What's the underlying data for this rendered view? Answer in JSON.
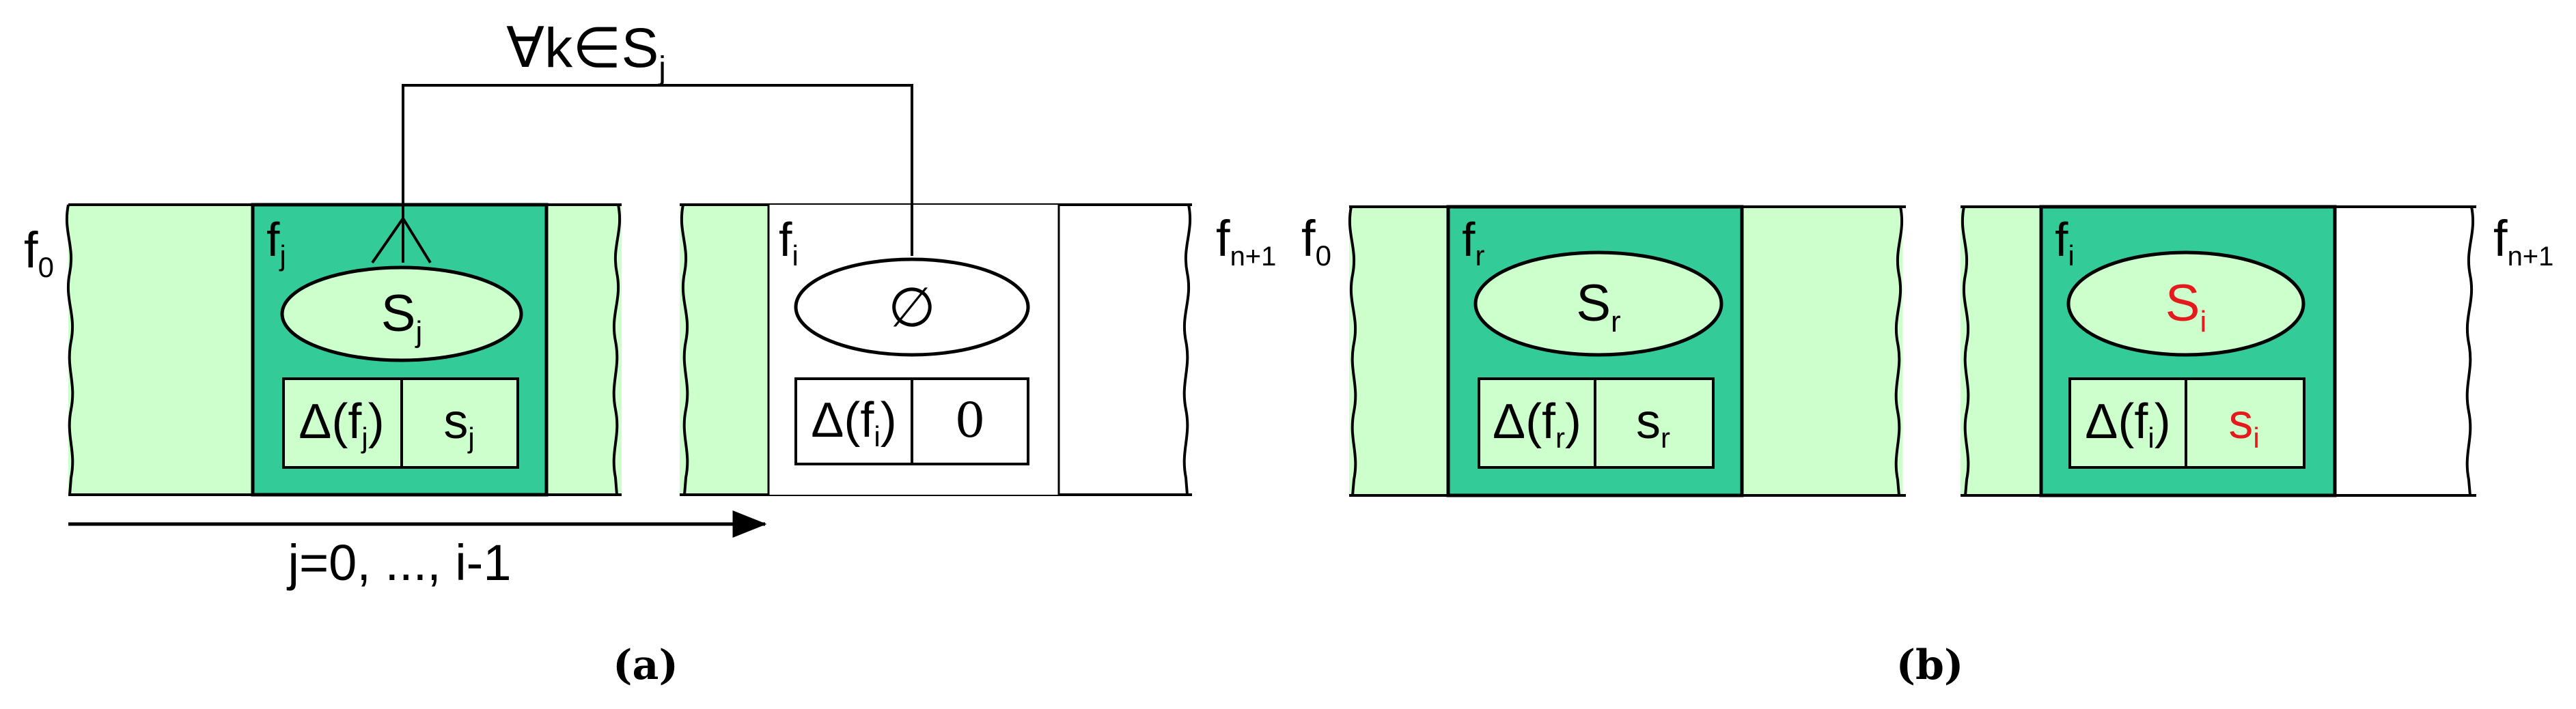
{
  "colors": {
    "light_green": "#ccffcc",
    "dark_green": "#33cc99",
    "white": "#ffffff",
    "stroke": "#000000",
    "highlight_red": "#e41a1c"
  },
  "panel_a": {
    "caption": "(a)",
    "top_label": {
      "prefix": "∀k∈S",
      "sub": "j"
    },
    "start_label": {
      "base": "f",
      "sub": "0"
    },
    "end_label": {
      "base": "f",
      "sub": "n+1"
    },
    "arrow_label": "j=0, ..., i-1",
    "cell_j": {
      "label": {
        "base": "f",
        "sub": "j"
      },
      "ellipse": {
        "base": "S",
        "sub": "j"
      },
      "table_left": {
        "prefix": "Δ(f",
        "sub": "j",
        "suffix": ")"
      },
      "table_right": {
        "base": "s",
        "sub": "j"
      }
    },
    "cell_i": {
      "label": {
        "base": "f",
        "sub": "i"
      },
      "ellipse": {
        "text": "∅"
      },
      "table_left": {
        "prefix": "Δ(f",
        "sub": "i",
        "suffix": ")"
      },
      "table_right": {
        "text": "0"
      }
    }
  },
  "panel_b": {
    "caption": "(b)",
    "start_label": {
      "base": "f",
      "sub": "0"
    },
    "end_label": {
      "base": "f",
      "sub": "n+1"
    },
    "cell_r": {
      "label": {
        "base": "f",
        "sub": "r"
      },
      "ellipse": {
        "base": "S",
        "sub": "r"
      },
      "table_left": {
        "prefix": "Δ(f",
        "sub": "r",
        "suffix": ")"
      },
      "table_right": {
        "base": "s",
        "sub": "r"
      }
    },
    "cell_i": {
      "label": {
        "base": "f",
        "sub": "i"
      },
      "ellipse": {
        "base": "S",
        "sub": "i"
      },
      "table_left": {
        "prefix": "Δ(f",
        "sub": "i",
        "suffix": ")"
      },
      "table_right": {
        "base": "s",
        "sub": "i"
      }
    }
  }
}
